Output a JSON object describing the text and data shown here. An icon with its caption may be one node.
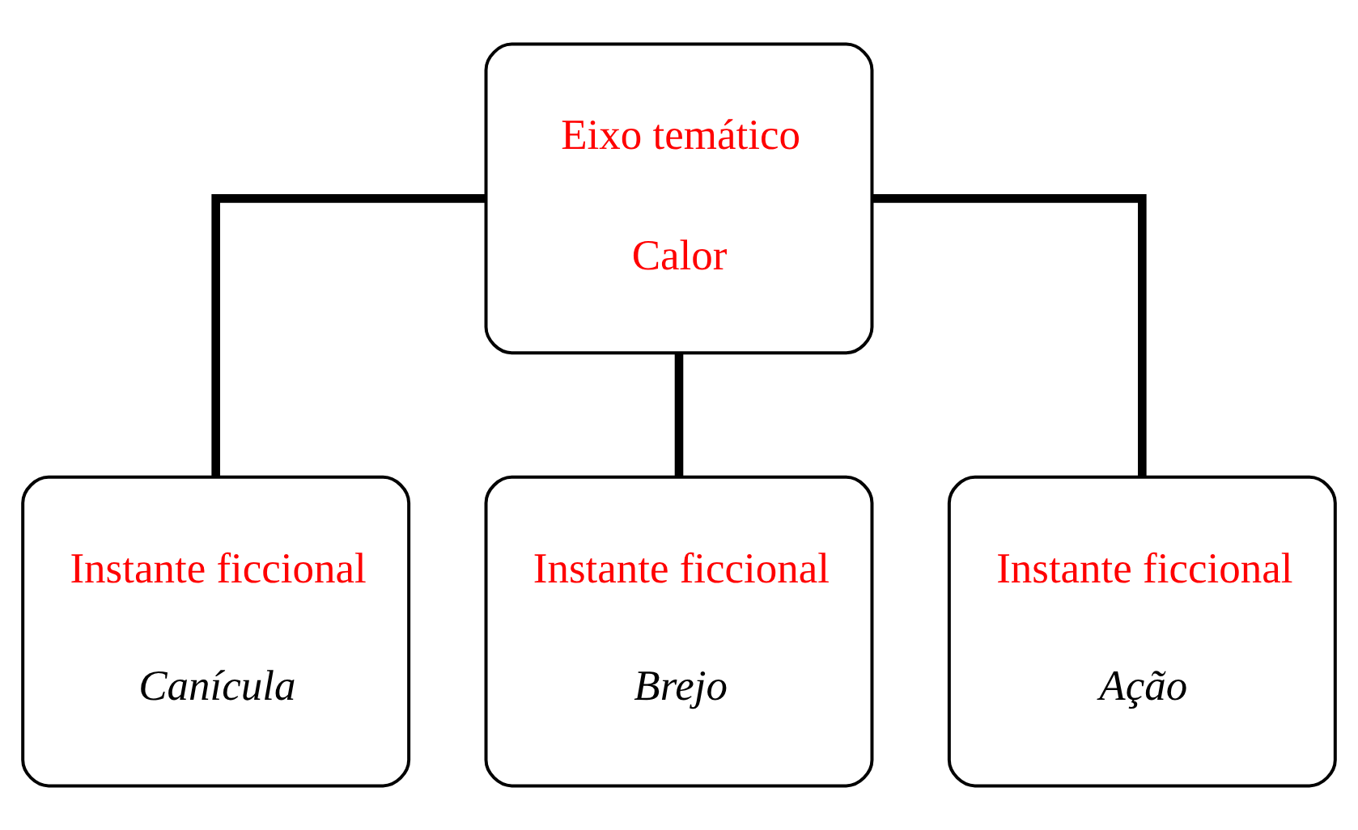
{
  "diagram": {
    "nodes": [
      {
        "text": [
          "Eixo temático",
          "Calor"
        ]
      },
      {
        "text": [
          "Instante ficcional",
          "Canícula"
        ]
      },
      {
        "text": [
          "Instante ficcional",
          "Brejo"
        ]
      },
      {
        "text": [
          "Instante ficcional",
          "Ação"
        ]
      }
    ],
    "edges": [
      {
        "from": 0,
        "to": 1,
        "arrow": "none"
      },
      {
        "from": 0,
        "to": 2,
        "arrow": "none"
      },
      {
        "from": 0,
        "to": 3,
        "arrow": "none"
      }
    ]
  }
}
